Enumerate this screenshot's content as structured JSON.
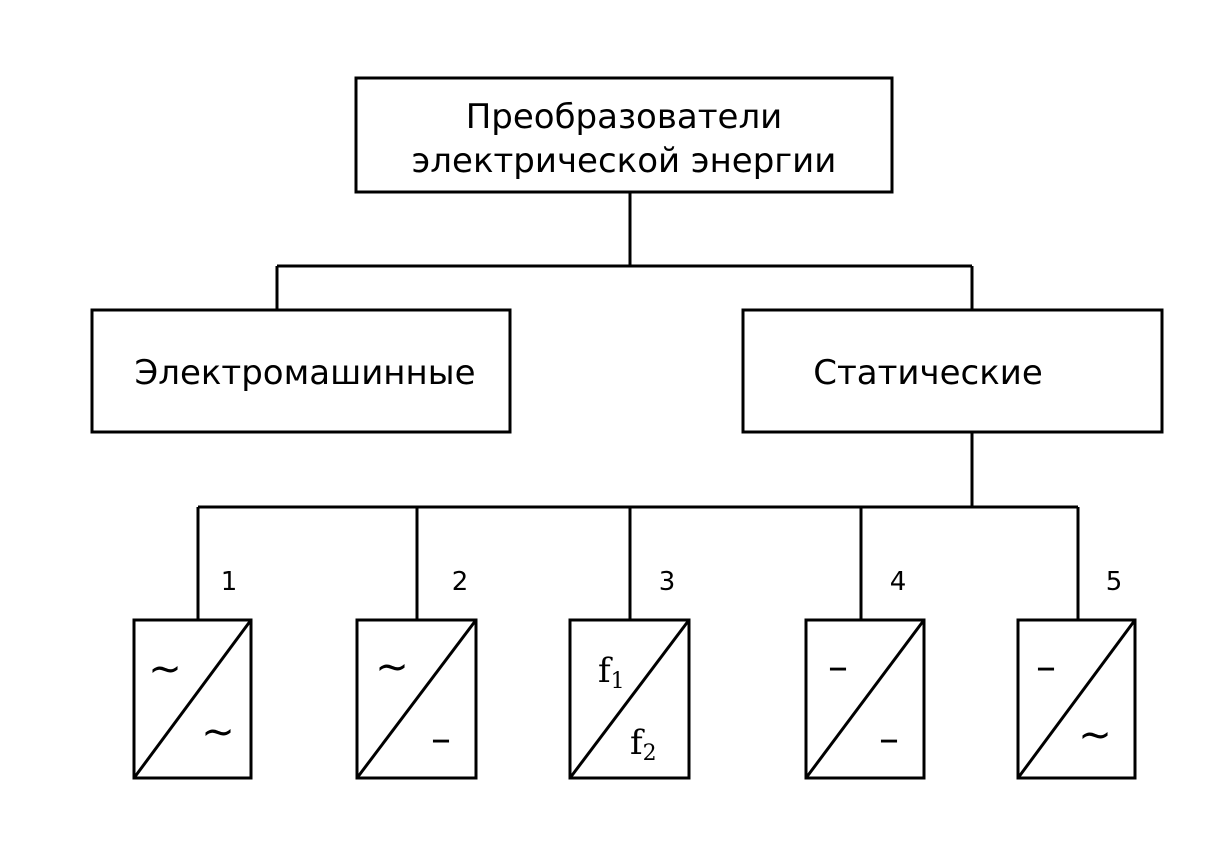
{
  "root": {
    "line1": "Преобразователи",
    "line2": "электрической энергии"
  },
  "categories": {
    "left": "Электромашинные",
    "right": "Статические"
  },
  "converters": [
    {
      "number": "1",
      "input": "~",
      "output": "~"
    },
    {
      "number": "2",
      "input": "~",
      "output": "–"
    },
    {
      "number": "3",
      "input": "f",
      "input_sub": "1",
      "output": "f",
      "output_sub": "2"
    },
    {
      "number": "4",
      "input": "–",
      "output": "–"
    },
    {
      "number": "5",
      "input": "–",
      "output": "~"
    }
  ]
}
